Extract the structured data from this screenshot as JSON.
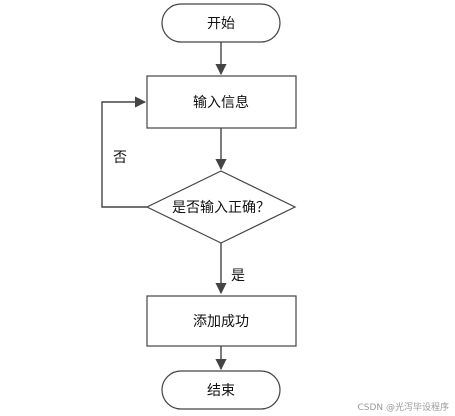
{
  "flowchart": {
    "start": "开始",
    "input": "输入信息",
    "decision": "是否输入正确？",
    "no_label": "否",
    "yes_label": "是",
    "success": "添加成功",
    "end": "结束"
  },
  "watermark": "CSDN @光泻毕设程序",
  "colors": {
    "stroke": "#444444",
    "fill": "#ffffff",
    "text": "#111111"
  }
}
